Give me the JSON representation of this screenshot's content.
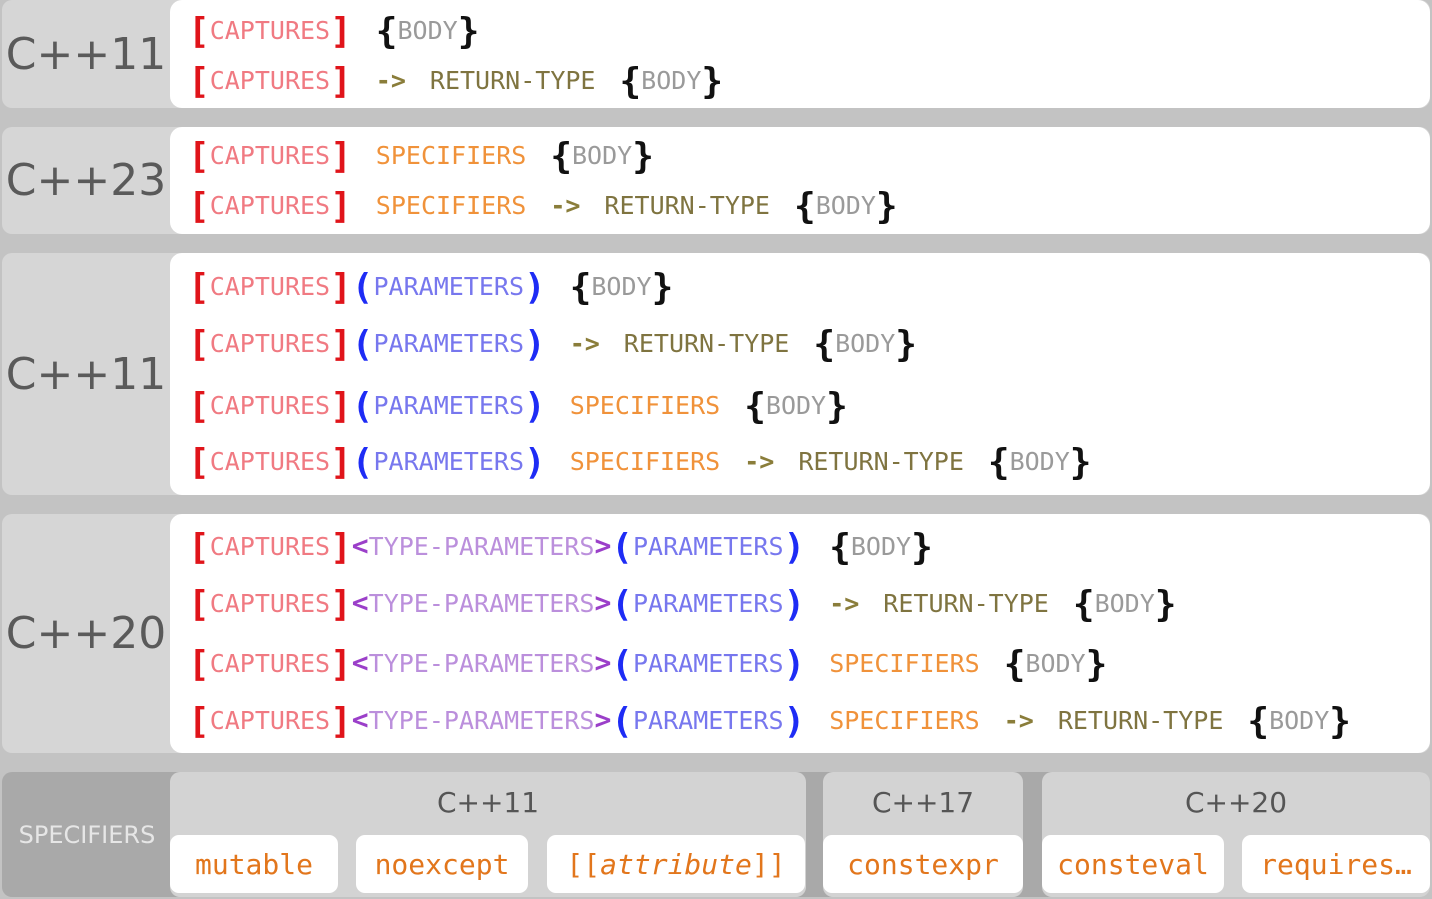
{
  "syntax": {
    "captures": "CAPTURES",
    "parameters": "PARAMETERS",
    "type_parameters": "TYPE-PARAMETERS",
    "specifiers": "SPECIFIERS",
    "arrow": "->",
    "return_type": "RETURN-TYPE",
    "body": "BODY",
    "open_bracket": "[",
    "close_bracket": "]",
    "open_paren": "(",
    "close_paren": ")",
    "open_angle": "<",
    "close_angle": ">",
    "open_brace": "{",
    "close_brace": "}"
  },
  "groups": [
    {
      "standard": "C++11"
    },
    {
      "standard": "C++23"
    },
    {
      "standard": "C++11"
    },
    {
      "standard": "C++20"
    }
  ],
  "specifiers_section": {
    "title": "SPECIFIERS",
    "versions": [
      {
        "label": "C++11",
        "keywords": [
          "mutable",
          "noexcept"
        ],
        "attribute": {
          "open": "[[",
          "word": "attribute",
          "close": "]]"
        }
      },
      {
        "label": "C++17",
        "keywords": [
          "constexpr"
        ]
      },
      {
        "label": "C++20",
        "keywords": [
          "consteval",
          "requires…"
        ]
      }
    ]
  },
  "colors": {
    "captures_bracket": "#e0141a",
    "captures_text": "#f07a82",
    "parameters_paren": "#1e2cf5",
    "parameters_text": "#7777ee",
    "type_parameters_angle": "#9b3fc9",
    "type_parameters_text": "#bb8fdc",
    "specifiers_text": "#f0923a",
    "return_type_text": "#7f7440",
    "body_brace": "#111111",
    "body_text": "#9a9a9a",
    "keyword_text": "#e2761c"
  }
}
